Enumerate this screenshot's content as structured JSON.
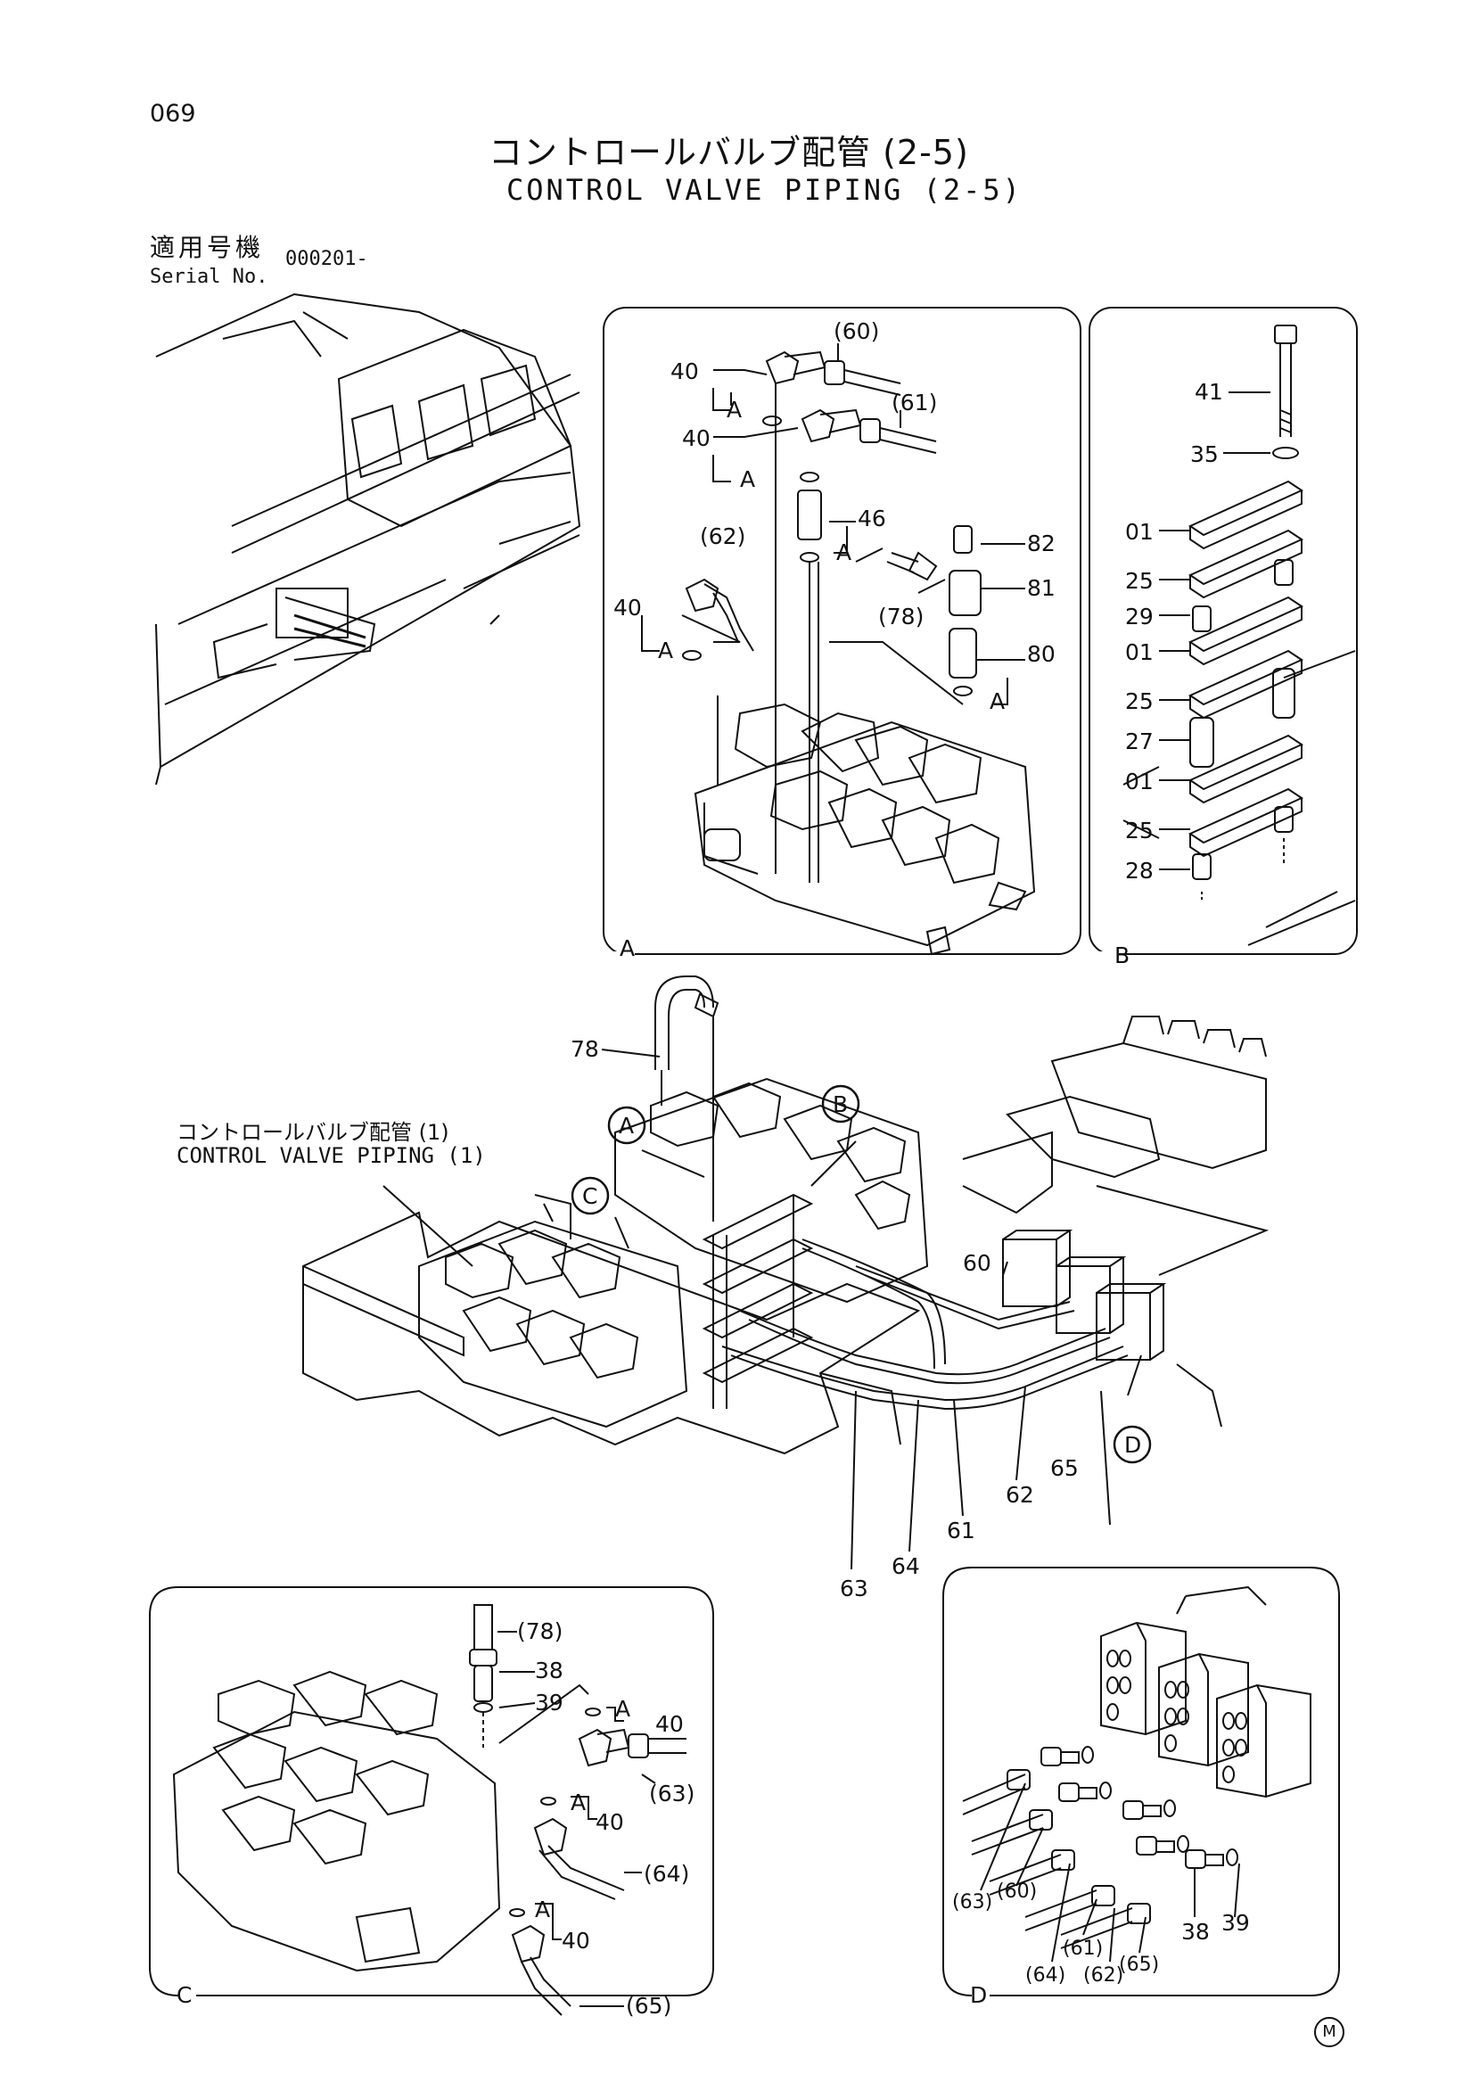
{
  "page_number": "069",
  "title": {
    "jp": "コントロールバルブ配管 (2-5)",
    "en": "CONTROL VALVE PIPING (2-5)"
  },
  "serial": {
    "jp_label": "適用号機",
    "en_label": "Serial No.",
    "value": "000201-"
  },
  "reference": {
    "jp": "コントロールバルブ配管 (1)",
    "en": "CONTROL VALVE PIPING (1)"
  },
  "panels": {
    "A": {
      "tag": "A",
      "labels": [
        "40",
        "40",
        "40",
        "46",
        "82",
        "81",
        "80",
        "(60)",
        "(61)",
        "(62)",
        "(78)",
        "A",
        "A",
        "A",
        "A",
        "A"
      ]
    },
    "B": {
      "tag": "B",
      "labels": [
        "41",
        "35",
        "01",
        "25",
        "29",
        "01",
        "25",
        "27",
        "01",
        "25",
        "28"
      ]
    },
    "C": {
      "tag": "C",
      "labels": [
        "(78)",
        "38",
        "39",
        "A",
        "40",
        "(63)",
        "A",
        "40",
        "(64)",
        "A",
        "40",
        "(65)"
      ]
    },
    "D": {
      "tag": "D",
      "labels": [
        "(63)",
        "(60)",
        "(64)",
        "(61)",
        "(62)",
        "(65)",
        "38",
        "39"
      ]
    }
  },
  "main": {
    "callouts": [
      "A",
      "B",
      "C",
      "D"
    ],
    "labels": [
      "78",
      "60",
      "65",
      "62",
      "61",
      "64",
      "63"
    ]
  },
  "corner_mark": "M"
}
